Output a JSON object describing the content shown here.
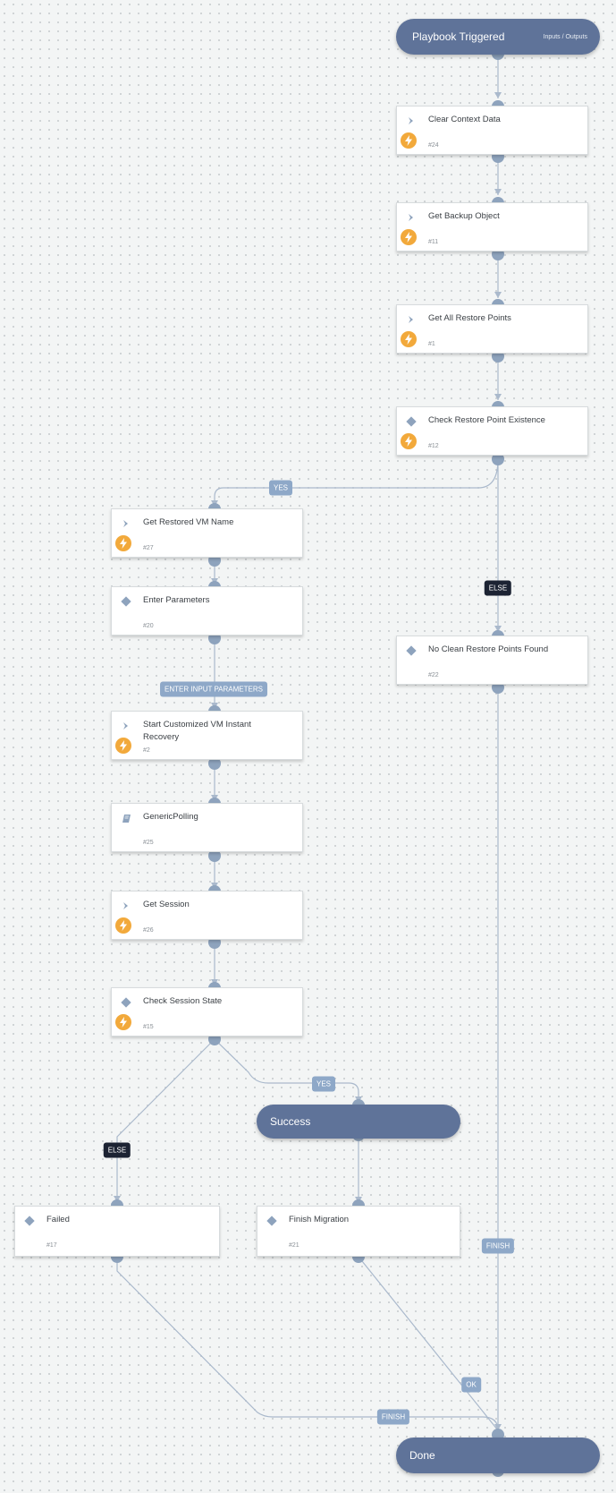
{
  "colors": {
    "pill": "#5f7399",
    "wire": "#aab9cc",
    "connector": "#8ea3bd",
    "badge": "#f2a93b",
    "label_blue": "#8ea8c8",
    "label_dark": "#1c2333"
  },
  "start": {
    "title": "Playbook Triggered",
    "link": "Inputs / Outputs"
  },
  "success": {
    "title": "Success"
  },
  "done": {
    "title": "Done"
  },
  "tasks": {
    "clear_context": {
      "title": "Clear Context Data",
      "id": "#24",
      "icon": "chevron-icon",
      "automated": true
    },
    "get_backup_object": {
      "title": "Get Backup Object",
      "id": "#11",
      "icon": "chevron-icon",
      "automated": true
    },
    "get_all_restore_points": {
      "title": "Get All Restore Points",
      "id": "#1",
      "icon": "chevron-icon",
      "automated": true
    },
    "check_restore_point": {
      "title": "Check Restore Point Existence",
      "id": "#12",
      "icon": "condition-diamond-icon",
      "automated": true
    },
    "get_restored_vm_name": {
      "title": "Get Restored VM Name",
      "id": "#27",
      "icon": "chevron-icon",
      "automated": true
    },
    "enter_parameters": {
      "title": "Enter Parameters",
      "id": "#20",
      "icon": "condition-diamond-icon",
      "automated": false
    },
    "no_clean_restore": {
      "title": "No Clean Restore Points Found",
      "id": "#22",
      "icon": "condition-diamond-icon",
      "automated": false
    },
    "start_instant_recovery": {
      "title": "Start Customized VM Instant Recovery",
      "id": "#2",
      "icon": "chevron-icon",
      "automated": true
    },
    "generic_polling": {
      "title": "GenericPolling",
      "id": "#25",
      "icon": "playbook-book-icon",
      "automated": false
    },
    "get_session": {
      "title": "Get Session",
      "id": "#26",
      "icon": "chevron-icon",
      "automated": true
    },
    "check_session_state": {
      "title": "Check Session State",
      "id": "#15",
      "icon": "condition-diamond-icon",
      "automated": true
    },
    "failed": {
      "title": "Failed",
      "id": "#17",
      "icon": "condition-diamond-icon",
      "automated": false
    },
    "finish_migration": {
      "title": "Finish Migration",
      "id": "#21",
      "icon": "condition-diamond-icon",
      "automated": false
    }
  },
  "labels": {
    "yes_restore": "YES",
    "else_restore": "ELSE",
    "enter_input": "ENTER INPUT PARAMETERS",
    "yes_session": "YES",
    "else_session": "ELSE",
    "finish_right": "FINISH",
    "ok": "OK",
    "finish_bottom": "FINISH"
  }
}
